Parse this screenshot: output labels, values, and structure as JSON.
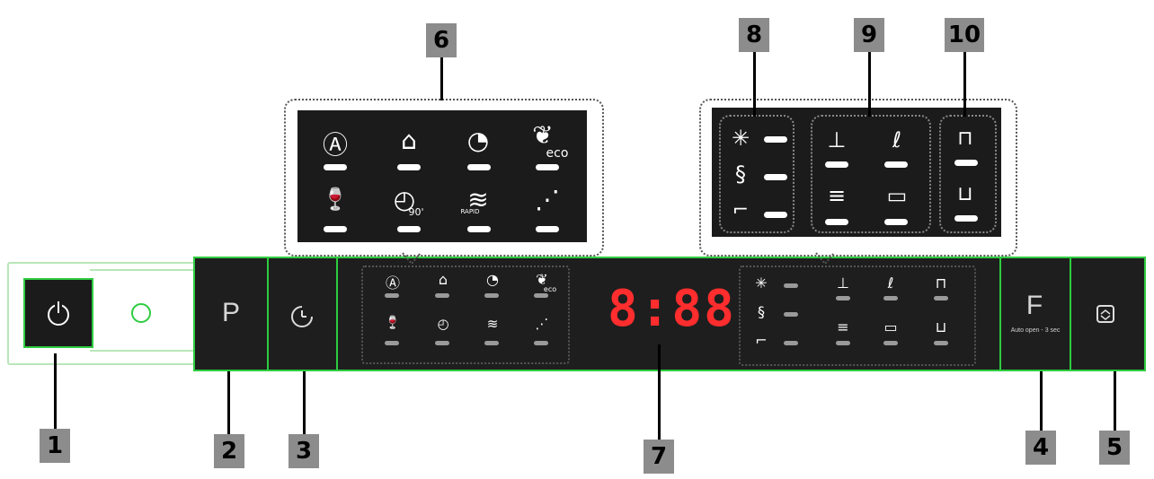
{
  "callouts": {
    "c1": "1",
    "c2": "2",
    "c3": "3",
    "c4": "4",
    "c5": "5",
    "c6": "6",
    "c7": "7",
    "c8": "8",
    "c9": "9",
    "c10": "10"
  },
  "buttons": {
    "program": "P",
    "function": "F",
    "function_sub": "Auto open - 3 sec"
  },
  "display": {
    "value": "8:88"
  },
  "program_labels": {
    "eco": "eco",
    "ninety": "90'",
    "rapid": "RAPID"
  },
  "colors": {
    "panel": "#1e1e1e",
    "outline": "#2ecc40",
    "display": "#ff2d2d",
    "callout": "#8c8c8c"
  },
  "icons": {
    "power": "power-icon",
    "timer": "timer-icon",
    "auto": "auto-program-icon",
    "intensive": "pot-program-icon",
    "normal": "plate-cutlery-icon",
    "eco": "leaf-eco-icon",
    "glass": "glass-program-icon",
    "ninety": "90-minute-icon",
    "rapid": "rapid-icon",
    "prewash": "prewash-icon",
    "rinse_aid": "rinse-aid-icon",
    "salt": "salt-icon",
    "water_tap": "water-tap-icon",
    "half_load": "half-load-icon",
    "hygiene": "hygiene-icon",
    "extra_dry": "extra-dry-icon",
    "tab": "tablet-icon",
    "upper": "upper-basket-icon",
    "lower": "lower-basket-icon",
    "child_lock": "child-lock-icon"
  }
}
